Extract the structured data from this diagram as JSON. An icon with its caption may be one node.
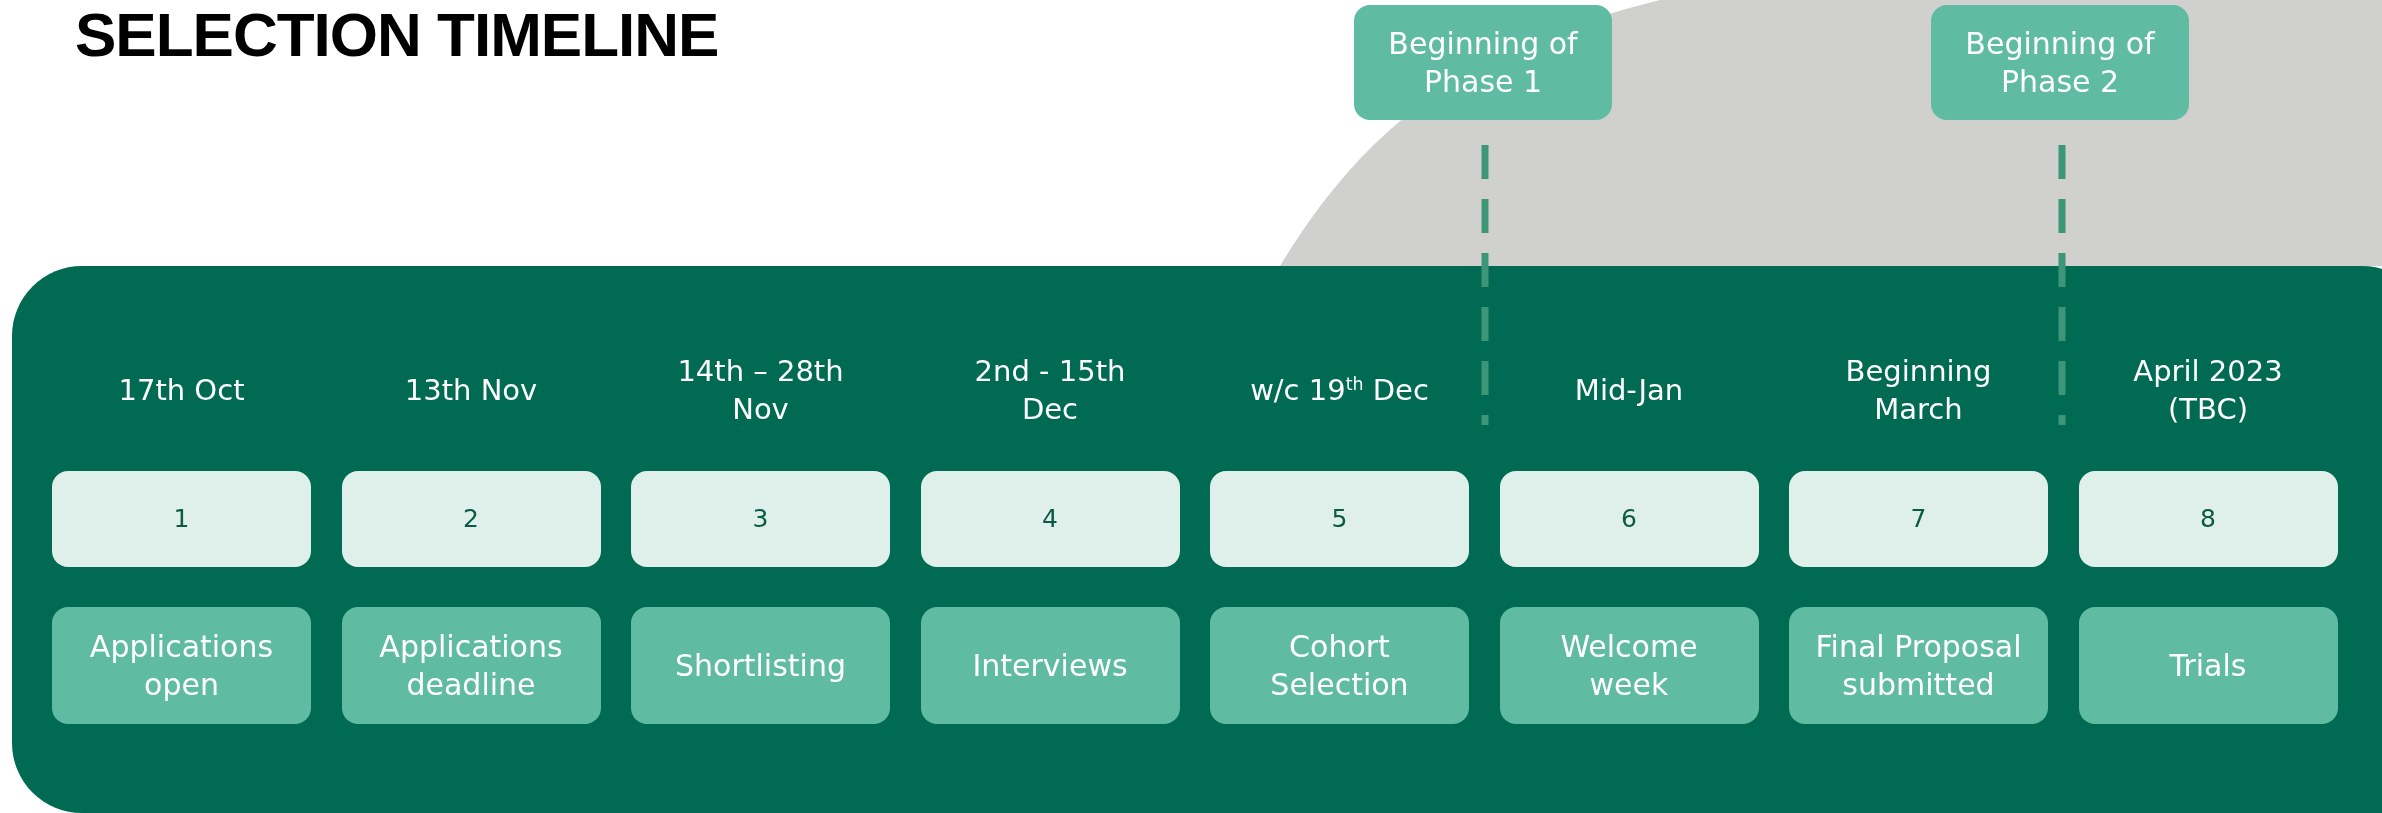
{
  "diagram": {
    "title": "SELECTION TIMELINE",
    "nodes": [
      {
        "text": [
          "Beginning of Phase 1"
        ]
      },
      {
        "text": [
          "Beginning of Phase 2"
        ]
      },
      {
        "text": [],
        "shape": "box"
      },
      {
        "text": [
          "1"
        ],
        "in": 2,
        "beside": [
          "17th Oct"
        ]
      },
      {
        "text": [
          "2"
        ],
        "in": 2,
        "beside": [
          "13th Nov"
        ]
      },
      {
        "text": [
          "3"
        ],
        "in": 2,
        "beside": [
          "14th  – 28th Nov"
        ]
      },
      {
        "text": [
          "4"
        ],
        "in": 2,
        "beside": [
          "2nd - 15th Dec"
        ]
      },
      {
        "text": [
          "5"
        ],
        "in": 2,
        "beside": [
          "w/c 19$^{th}$ Dec"
        ]
      },
      {
        "text": [
          "6"
        ],
        "in": 2,
        "beside": [
          "Mid-Jan"
        ]
      },
      {
        "text": [
          "7"
        ],
        "in": 2,
        "beside": [
          "Beginning March"
        ]
      },
      {
        "text": [
          "8"
        ],
        "in": 2,
        "beside": [
          "April 2023 (TBC)"
        ]
      },
      {
        "text": [
          "Applications open"
        ],
        "in": 2
      },
      {
        "text": [
          "Applications deadline"
        ],
        "in": 2
      },
      {
        "text": [
          "Shortlisting"
        ],
        "in": 2
      },
      {
        "text": [
          "Interviews"
        ],
        "in": 2
      },
      {
        "text": [
          "Cohort Selection"
        ],
        "in": 2
      },
      {
        "text": [
          "Welcome week"
        ],
        "in": 2
      },
      {
        "text": [
          "Final Proposal submitted"
        ],
        "in": 2
      },
      {
        "text": [
          "Trials"
        ],
        "in": 2
      }
    ],
    "edges": [
      {
        "from": 0,
        "to": null,
        "arrow": "none",
        "style": "dashed"
      },
      {
        "from": 1,
        "to": null,
        "arrow": "none",
        "style": "dashed"
      }
    ]
  }
}
